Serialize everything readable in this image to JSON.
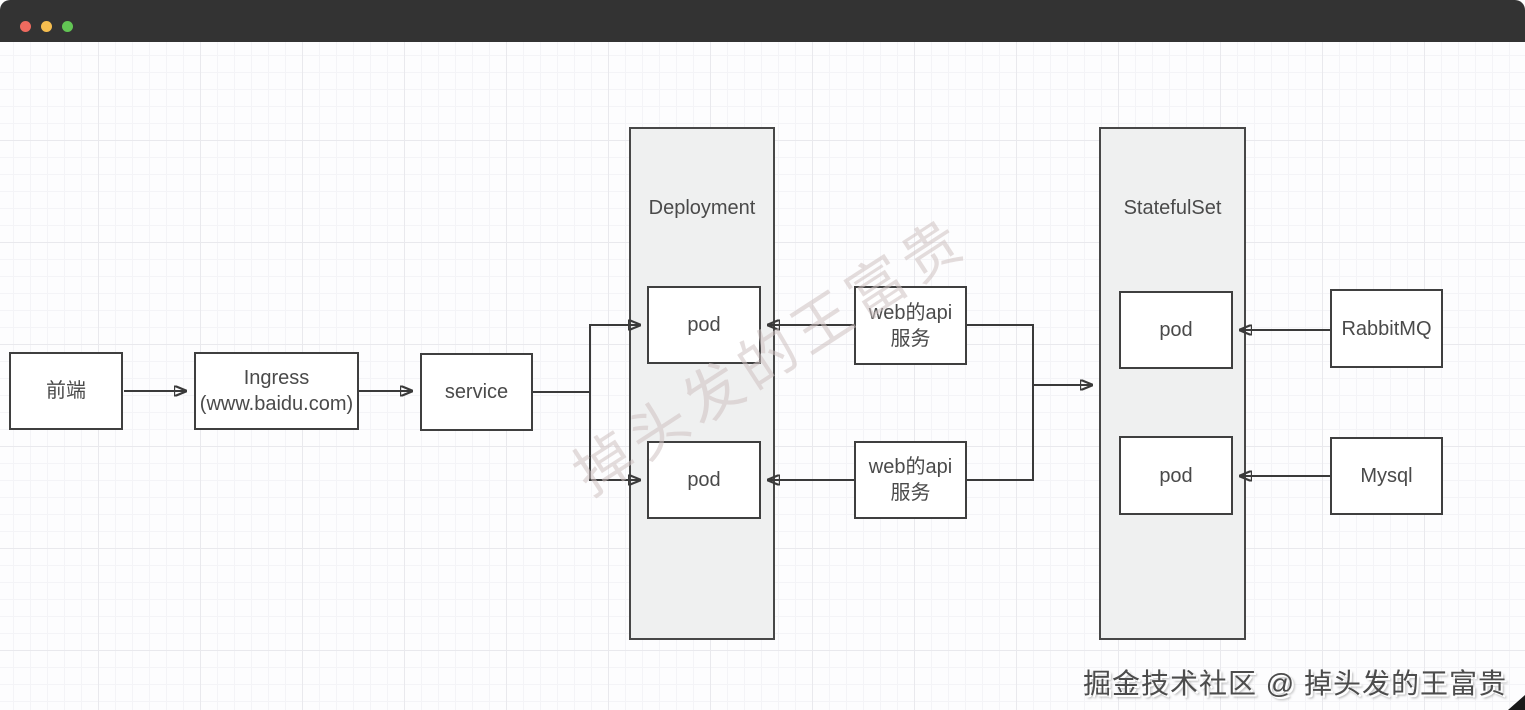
{
  "window": {
    "titlebar_color": "#333333",
    "controls": {
      "close_color": "#ee6a5f",
      "minimize_color": "#f5bd4f",
      "zoom_color": "#62c554"
    }
  },
  "diagram": {
    "nodes": {
      "frontend": {
        "label": "前端"
      },
      "ingress": {
        "label": "Ingress",
        "sublabel": "(www.baidu.com)"
      },
      "service": {
        "label": "service"
      },
      "deployment": {
        "label": "Deployment"
      },
      "deployment_pod_top": {
        "label": "pod"
      },
      "deployment_pod_bottom": {
        "label": "pod"
      },
      "web_api_top": {
        "label": "web的api服务"
      },
      "web_api_bottom": {
        "label": "web的api服务"
      },
      "statefulset": {
        "label": "StatefulSet"
      },
      "statefulset_pod_top": {
        "label": "pod"
      },
      "statefulset_pod_bottom": {
        "label": "pod"
      },
      "rabbitmq": {
        "label": "RabbitMQ"
      },
      "mysql": {
        "label": "Mysql"
      }
    },
    "edges": [
      {
        "from": "frontend",
        "to": "ingress"
      },
      {
        "from": "ingress",
        "to": "service"
      },
      {
        "from": "service",
        "to": "deployment_pod_top"
      },
      {
        "from": "service",
        "to": "deployment_pod_bottom"
      },
      {
        "from": "web_api_top",
        "to": "deployment_pod_top"
      },
      {
        "from": "web_api_bottom",
        "to": "deployment_pod_bottom"
      },
      {
        "from": "web_api_top",
        "to": "statefulset"
      },
      {
        "from": "web_api_bottom",
        "to": "statefulset"
      },
      {
        "from": "rabbitmq",
        "to": "statefulset_pod_top"
      },
      {
        "from": "mysql",
        "to": "statefulset_pod_bottom"
      }
    ],
    "colors": {
      "box_border": "#3f3f3f",
      "box_fill": "#ffffff",
      "container_fill": "#eff0f0",
      "line": "#3a3a3a",
      "text": "#4a4a4a"
    }
  },
  "watermark": {
    "text": "掉头发的王富贵"
  },
  "credit": {
    "text": "掘金技术社区 @ 掉头发的王富贵"
  }
}
